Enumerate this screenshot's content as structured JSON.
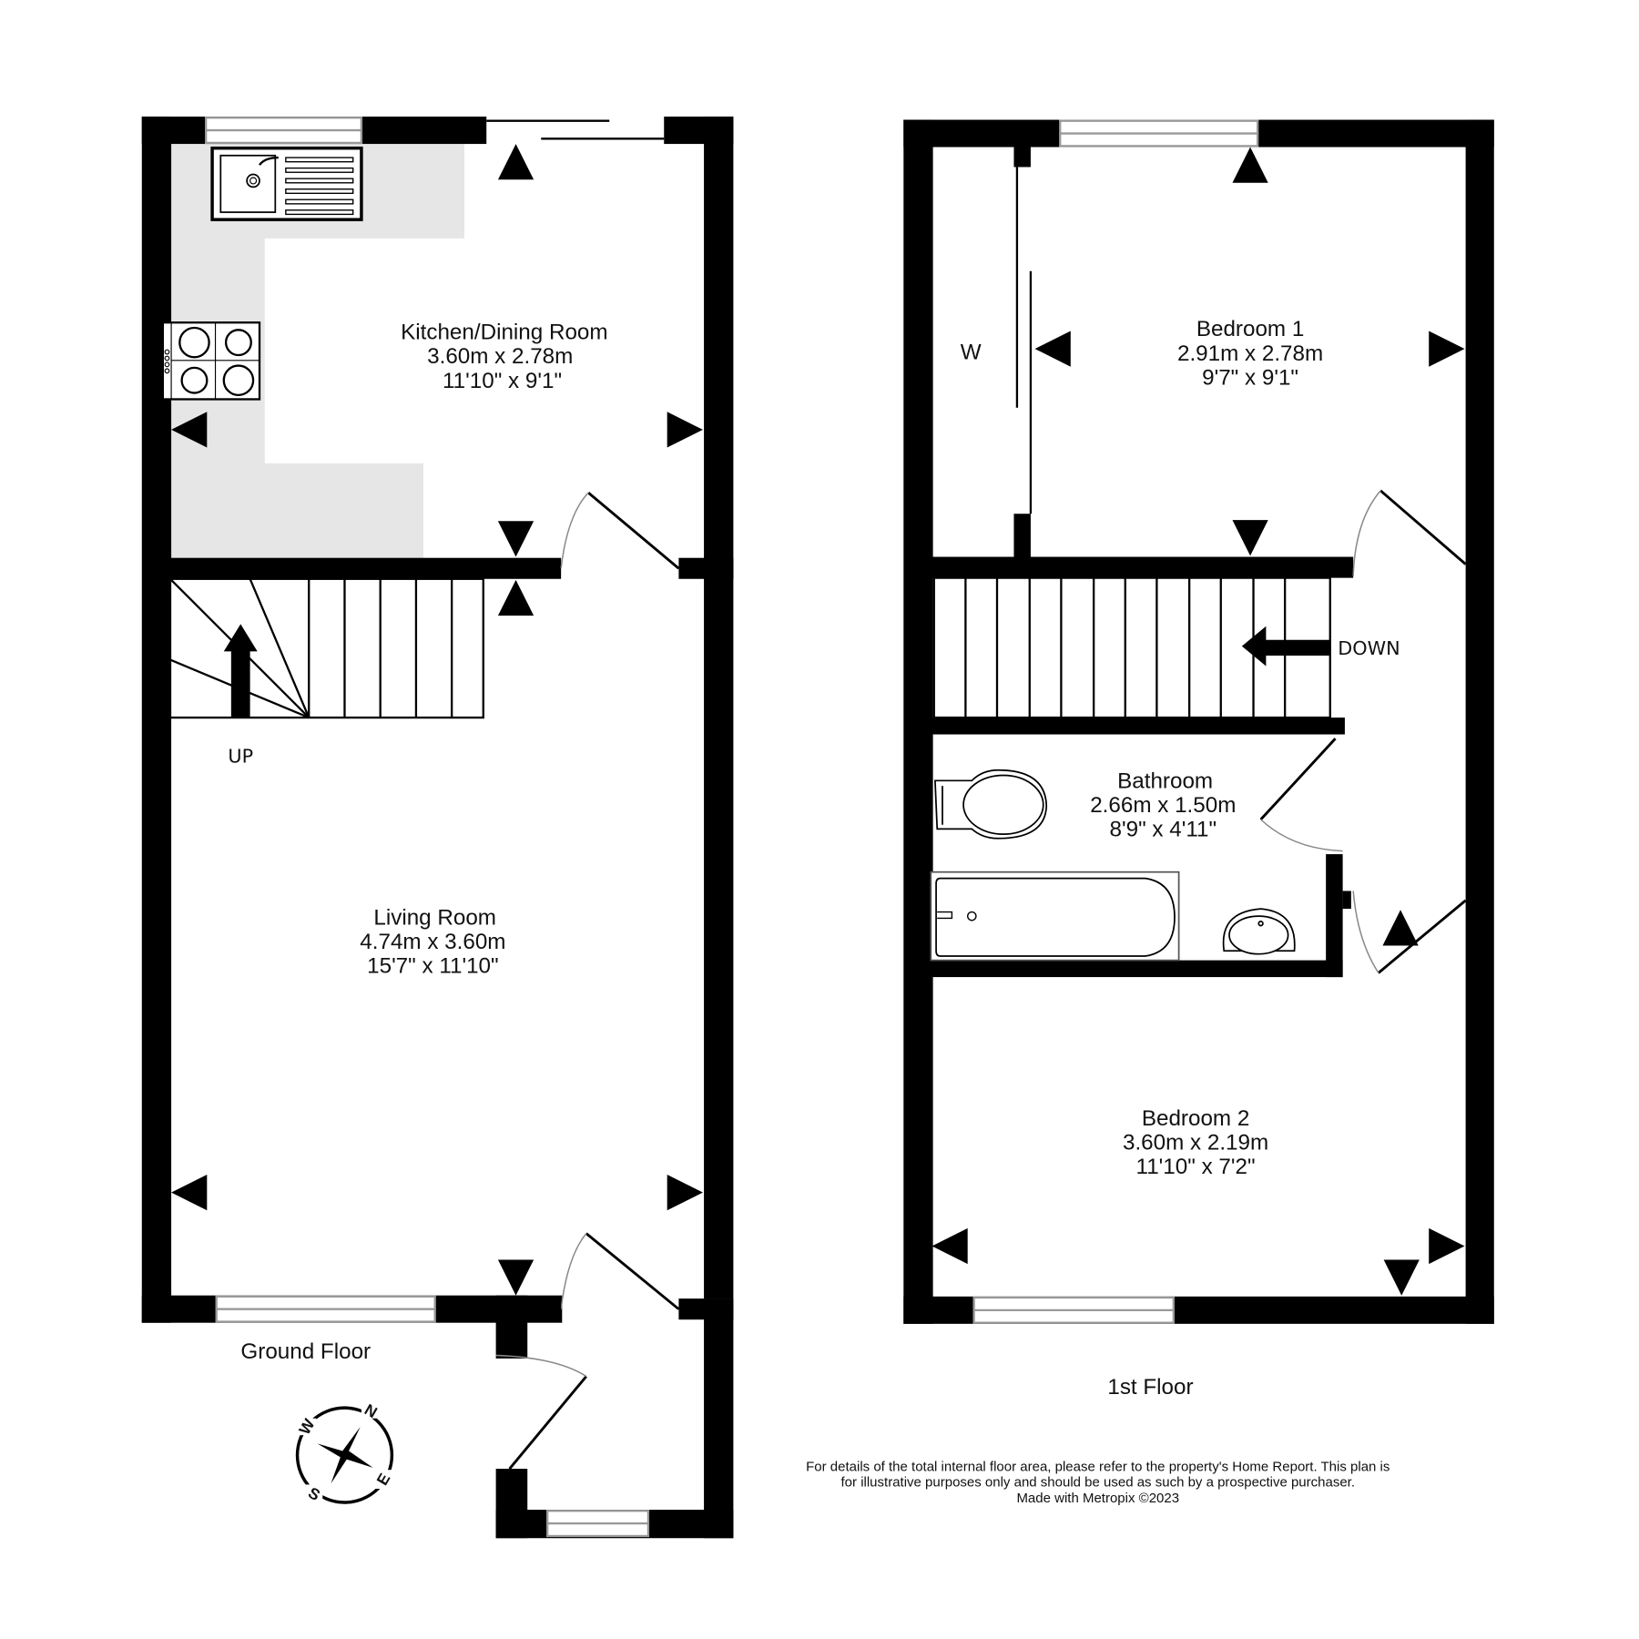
{
  "floors": [
    {
      "name": "Ground Floor",
      "rooms": [
        {
          "name": "Kitchen/Dining Room",
          "metric": "3.60m  x 2.78m",
          "imperial": "11'10\"  x 9'1\""
        },
        {
          "name": "Living Room",
          "metric": "4.74m  x 3.60m",
          "imperial": "15'7\"  x 11'10\""
        }
      ],
      "stairs_label": "UP"
    },
    {
      "name": "1st Floor",
      "rooms": [
        {
          "name": "Bedroom 1",
          "metric": "2.91m  x 2.78m",
          "imperial": "9'7\"  x 9'1\""
        },
        {
          "name": "Bathroom",
          "metric": "2.66m  x 1.50m",
          "imperial": "8'9\"  x 4'11\""
        },
        {
          "name": "Bedroom 2",
          "metric": "3.60m  x 2.19m",
          "imperial": "11'10\"  x 7'2\""
        }
      ],
      "stairs_label": "DOWN",
      "wardrobe_label": "W"
    }
  ],
  "compass": {
    "n": "N",
    "e": "E",
    "s": "S",
    "w": "W"
  },
  "disclaimer": {
    "line1": "For details of the total internal floor area, please refer to the property's Home Report. This plan is",
    "line2": "for illustrative purposes only and should be used as such by a prospective purchaser.",
    "line3": "Made with Metropix ©2023"
  },
  "colors": {
    "wall": "#000000",
    "kitchen_counter": "#e6e6e6",
    "window_frame": "#999999"
  }
}
